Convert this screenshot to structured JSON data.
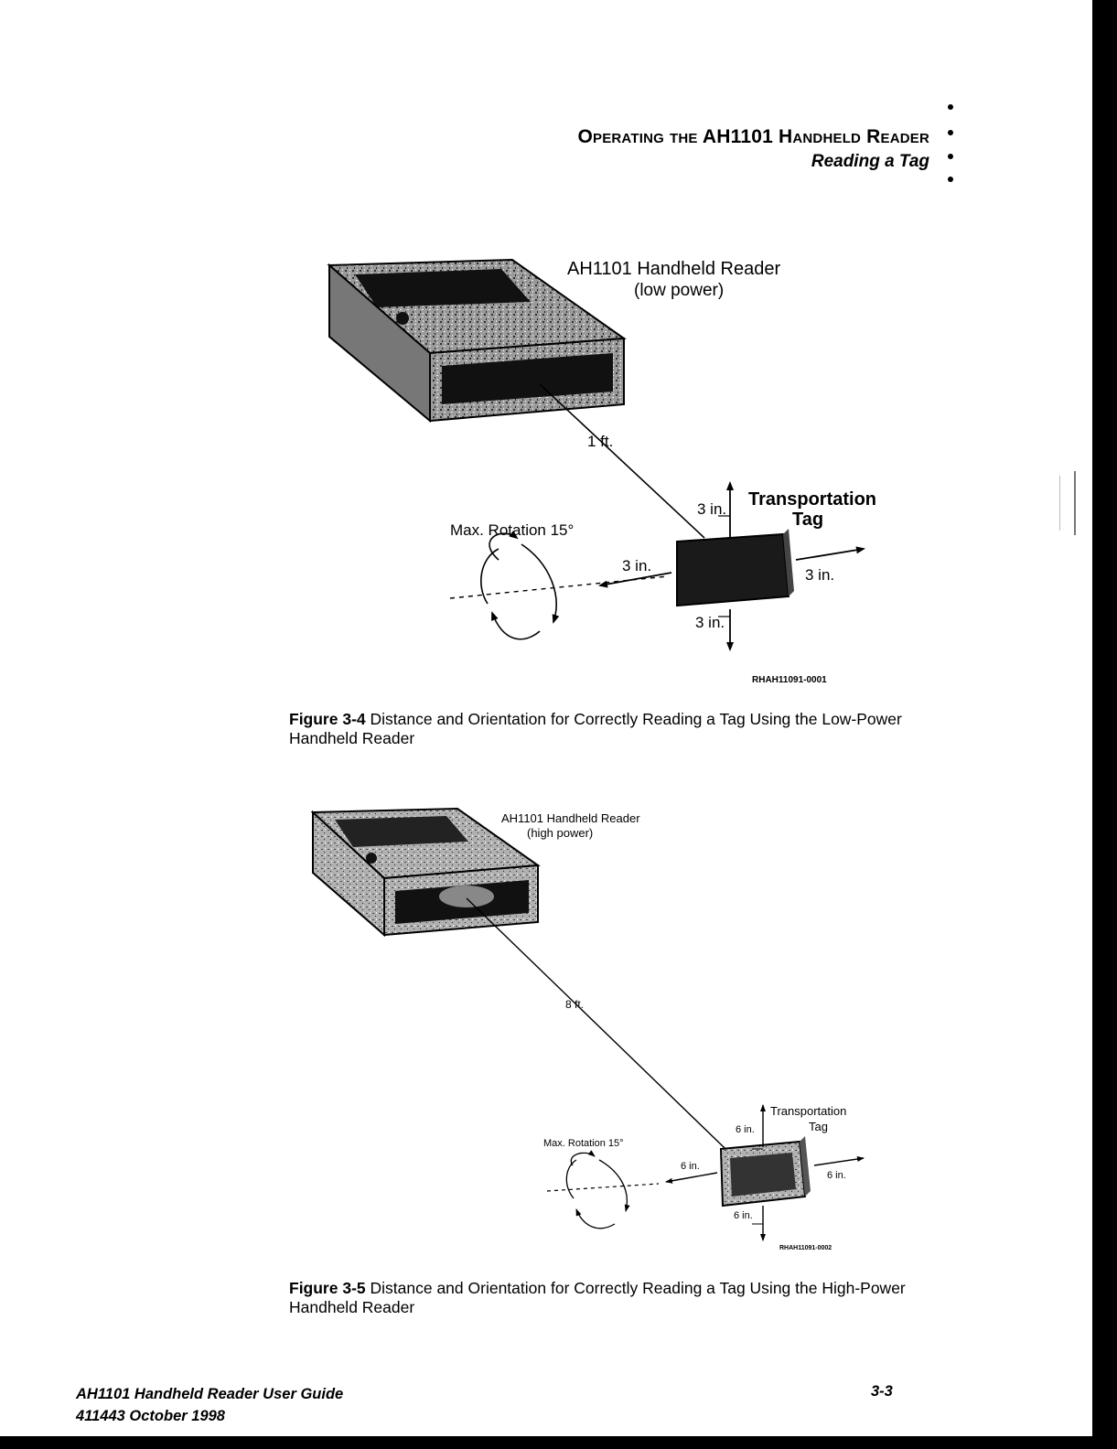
{
  "header": {
    "title": "Operating the AH1101 Handheld Reader",
    "subtitle": "Reading a Tag"
  },
  "figure1": {
    "reader_label": "AH1101 Handheld Reader",
    "reader_power": "(low power)",
    "distance": "1 ft.",
    "tag_label_1": "Transportation",
    "tag_label_2": "Tag",
    "rotation": "Max. Rotation 15°",
    "up": "3 in.",
    "left": "3 in.",
    "right": "3 in.",
    "down": "3 in.",
    "code": "RHAH11091-0001",
    "caption_num": "Figure 3-4",
    "caption_text": " Distance and Orientation for Correctly Reading a Tag Using the Low-Power Handheld Reader"
  },
  "figure2": {
    "reader_label": "AH1101 Handheld Reader",
    "reader_power": "(high power)",
    "distance": "8 ft.",
    "tag_label_1": "Transportation",
    "tag_label_2": "Tag",
    "rotation": "Max. Rotation 15°",
    "up": "6 in.",
    "left": "6 in.",
    "right": "6 in.",
    "down": "6 in.",
    "code": "RHAH11091-0002",
    "caption_num": "Figure 3-5",
    "caption_text": " Distance and Orientation for Correctly Reading a Tag Using the High-Power Handheld Reader"
  },
  "footer": {
    "guide": "AH1101 Handheld Reader User Guide",
    "doc": "411443  October 1998",
    "page": "3-3"
  }
}
